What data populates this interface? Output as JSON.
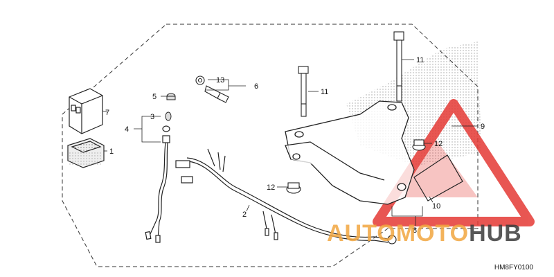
{
  "diagram": {
    "ref_code": "HM8FY0100",
    "callouts": [
      {
        "id": "c1",
        "text": "1"
      },
      {
        "id": "c2",
        "text": "2"
      },
      {
        "id": "c3",
        "text": "3"
      },
      {
        "id": "c4",
        "text": "4"
      },
      {
        "id": "c5",
        "text": "5"
      },
      {
        "id": "c6",
        "text": "6"
      },
      {
        "id": "c7",
        "text": "7"
      },
      {
        "id": "c8",
        "text": "8"
      },
      {
        "id": "c9",
        "text": "9"
      },
      {
        "id": "c10",
        "text": "10"
      },
      {
        "id": "c11a",
        "text": "11"
      },
      {
        "id": "c11b",
        "text": "11"
      },
      {
        "id": "c12a",
        "text": "12"
      },
      {
        "id": "c12b",
        "text": "12"
      },
      {
        "id": "c13",
        "text": "13"
      }
    ]
  },
  "watermark": {
    "part1": "AUTOMOTO",
    "part2": "HUB",
    "color_primary": "#f2a640",
    "color_secondary": "#3b3b3b",
    "logo_color": "#e53935"
  }
}
